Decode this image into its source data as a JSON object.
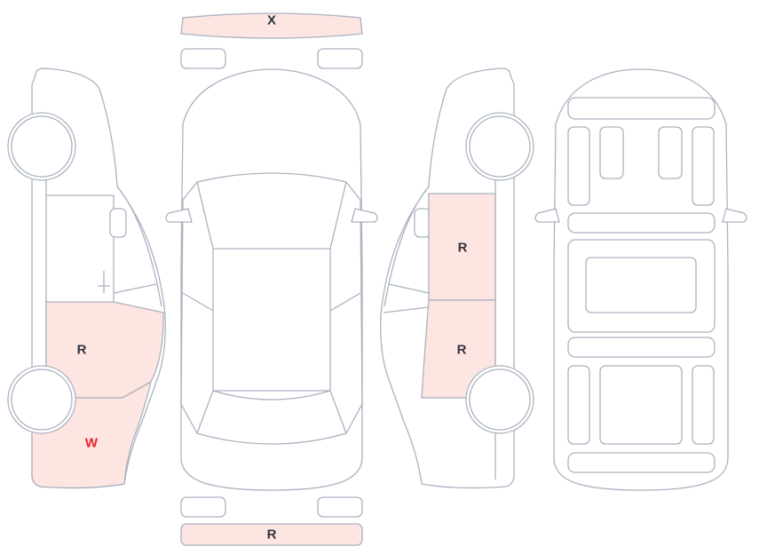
{
  "colors": {
    "outline": "#aab2c0",
    "damage_fill": "#fde5e2",
    "label_default": "#2f3440",
    "label_alert": "#e8242b"
  },
  "markers": {
    "front_bumper": {
      "code": "X",
      "color": "#2f3440"
    },
    "rear_bumper": {
      "code": "R",
      "color": "#2f3440"
    },
    "left_rear_door": {
      "code": "R",
      "color": "#2f3440"
    },
    "left_rear_quarter": {
      "code": "W",
      "color": "#e8242b"
    },
    "right_front_door": {
      "code": "R",
      "color": "#2f3440"
    },
    "right_rear_door": {
      "code": "R",
      "color": "#2f3440"
    }
  }
}
